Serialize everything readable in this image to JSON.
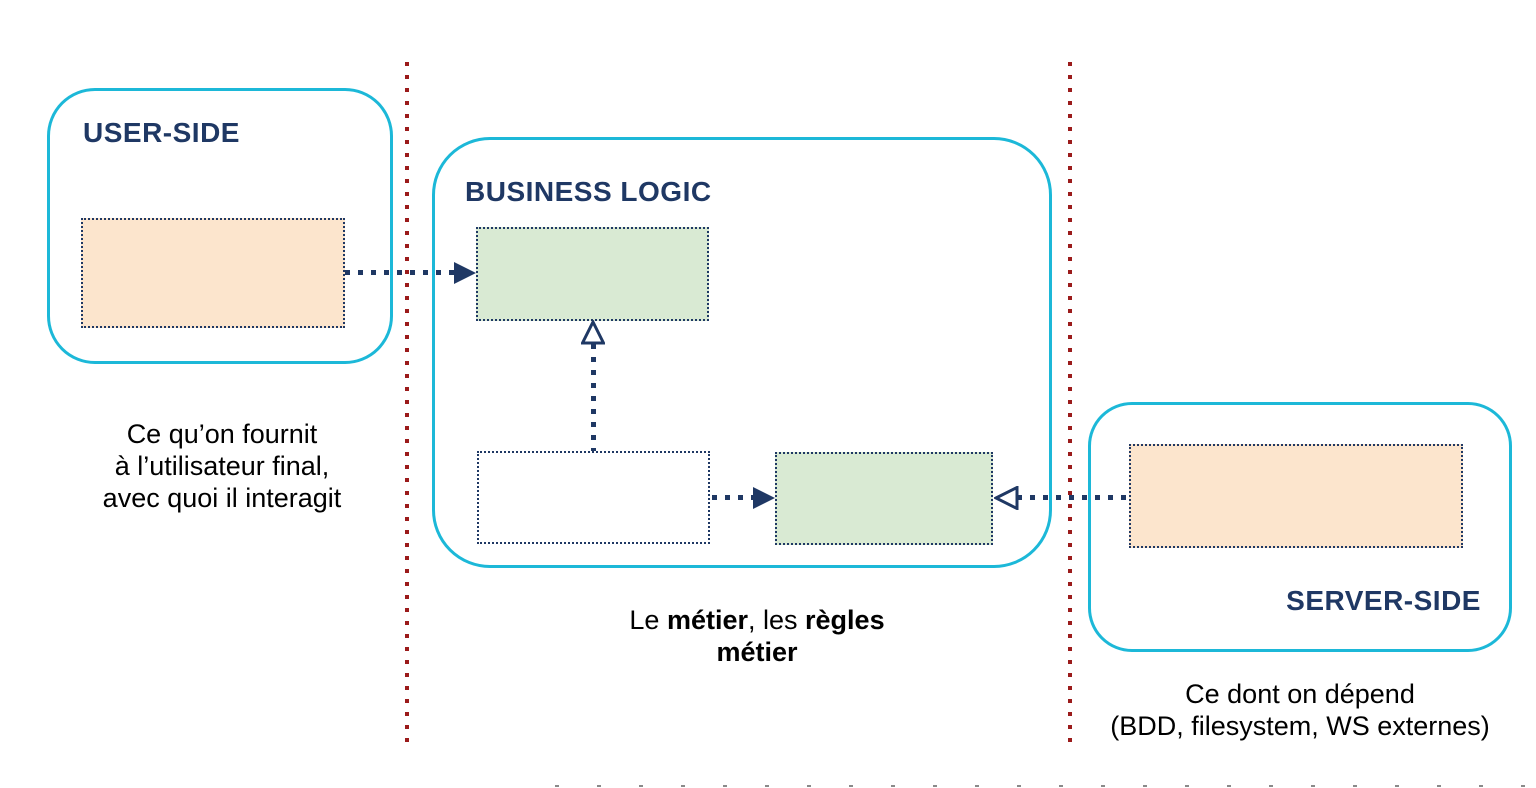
{
  "diagram": {
    "zones": {
      "user_side": {
        "label": "USER-SIDE"
      },
      "business_logic": {
        "label": "BUSINESS LOGIC"
      },
      "server_side": {
        "label": "SERVER-SIDE"
      }
    },
    "captions": {
      "user_side": {
        "line1": "Ce qu’on fournit",
        "line2": "à l’utilisateur final,",
        "line3": "avec quoi il interagit"
      },
      "business_logic": {
        "part1": "Le ",
        "part2_bold": "métier",
        "part3": ", les ",
        "part4_bold": "règles",
        "part5_bold": "métier"
      },
      "server_side": {
        "line1": "Ce dont on dépend",
        "line2": "(BDD, filesystem, WS externes)"
      }
    },
    "colors": {
      "zone_border_cyan": "#1cb8d8",
      "navy": "#1f3864",
      "separator_red": "#9b1b1b",
      "component_fill_orange": "#fce5cd",
      "component_fill_green": "#d9ead3",
      "caption_text": "#000000"
    }
  }
}
